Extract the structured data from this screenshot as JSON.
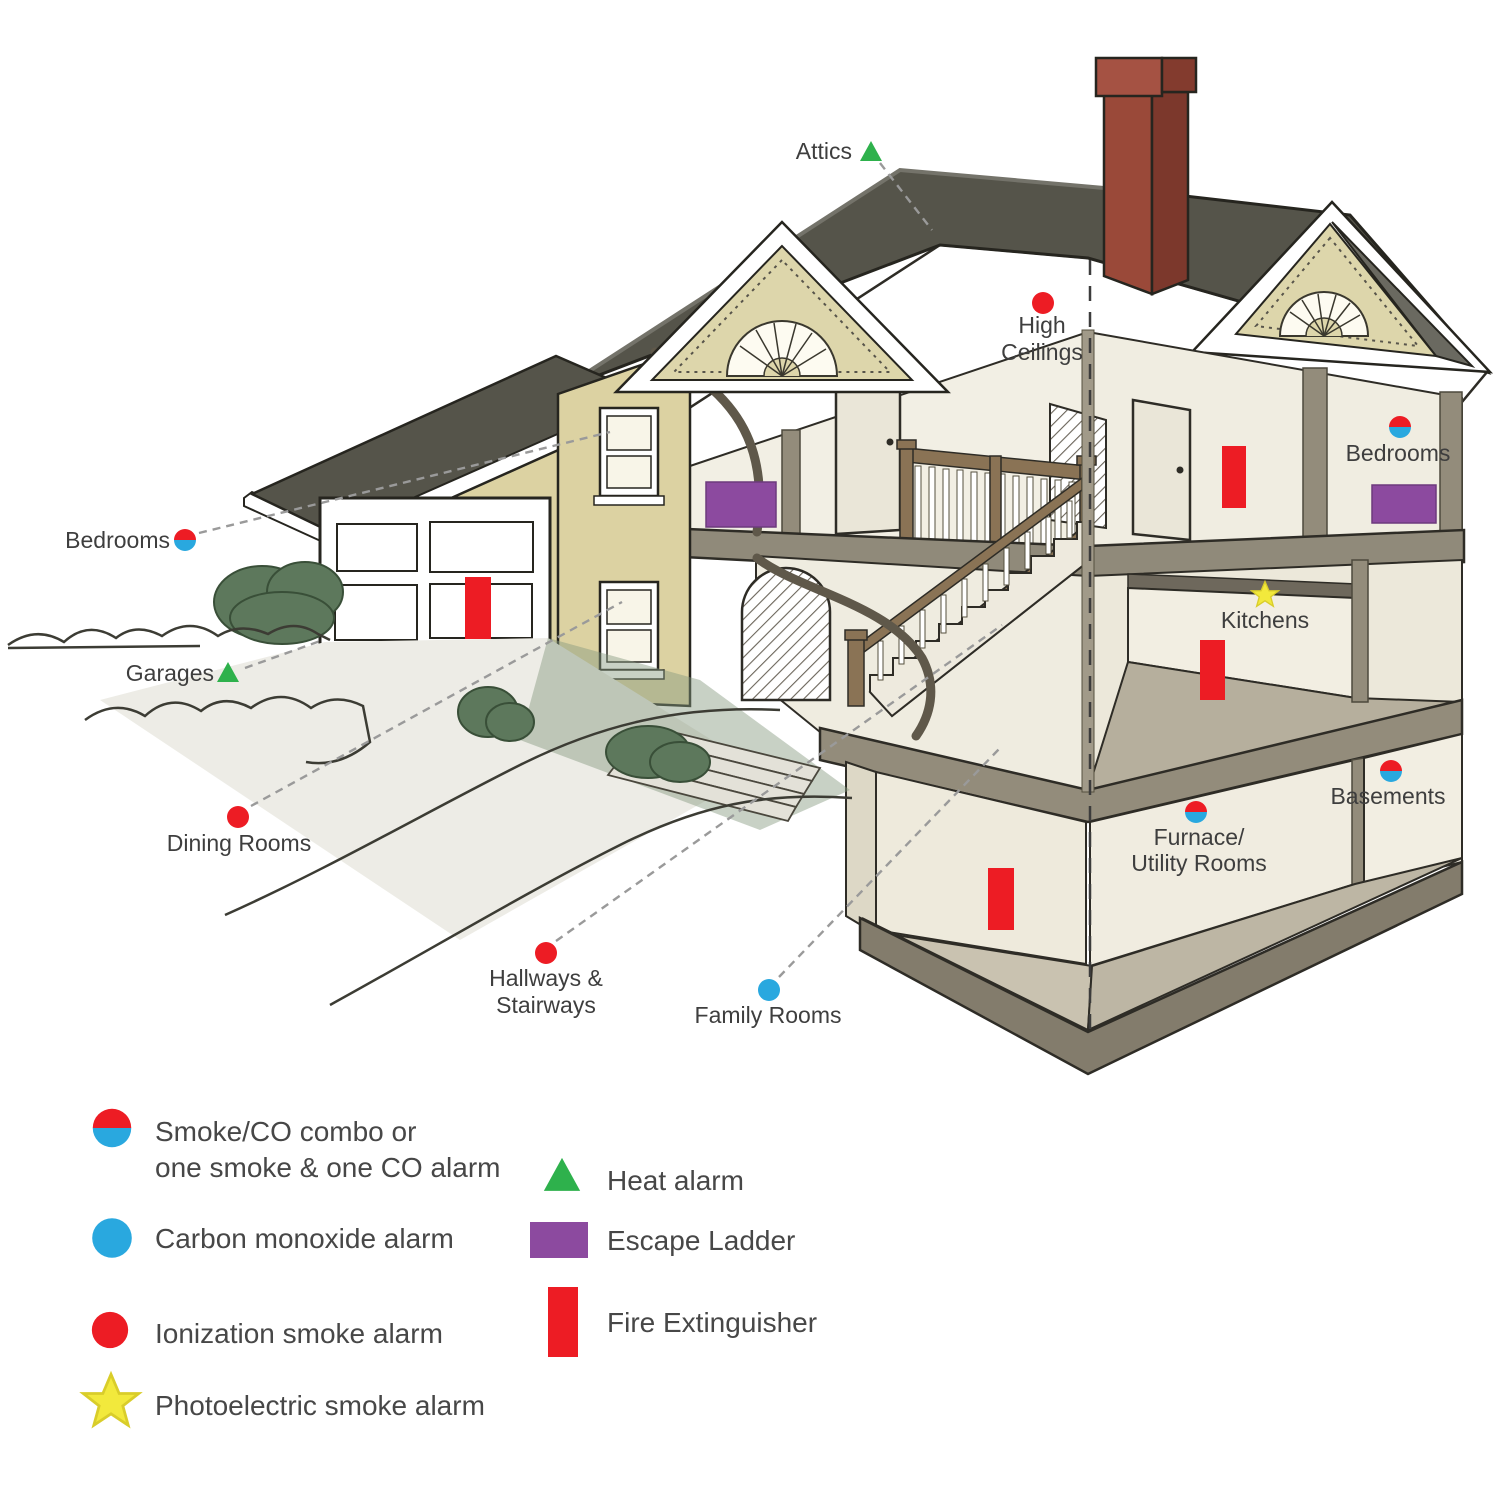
{
  "diagram_labels": {
    "attics": "Attics",
    "high_ceilings_line1": "High",
    "high_ceilings_line2": "Ceilings",
    "bedrooms_left": "Bedrooms",
    "garages": "Garages",
    "dining_rooms": "Dining Rooms",
    "hallways_line1": "Hallways &",
    "hallways_line2": "Stairways",
    "family_rooms": "Family Rooms",
    "bedrooms_right": "Bedrooms",
    "kitchens": "Kitchens",
    "basements": "Basements",
    "furnace_line1": "Furnace/",
    "furnace_line2": "Utility Rooms"
  },
  "legend": {
    "smoke_co_combo_line1": "Smoke/CO combo or",
    "smoke_co_combo_line2": "one smoke & one CO alarm",
    "carbon_monoxide": "Carbon monoxide alarm",
    "ionization": "Ionization smoke alarm",
    "photoelectric": "Photoelectric smoke alarm",
    "heat": "Heat alarm",
    "escape_ladder": "Escape Ladder",
    "fire_extinguisher": "Fire Extinguisher"
  },
  "colors": {
    "ionization_red": "#ED1C24",
    "carbon_monoxide_blue": "#29A8DF",
    "heat_green": "#2EB14C",
    "photoelectric_yellow": "#F2E93C",
    "escape_ladder_purple": "#8C4A9F",
    "fire_extinguisher_red": "#ED1C24",
    "roof_gray": "#55544A",
    "wall_tan": "#DCD2A2"
  }
}
